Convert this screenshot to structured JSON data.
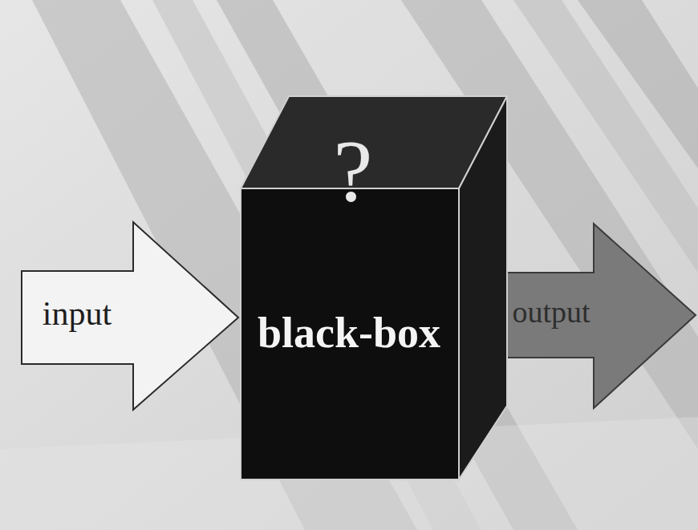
{
  "diagram": {
    "nodes": [
      {
        "text": [
          "input"
        ]
      },
      {
        "text": [
          "?",
          "black-box"
        ]
      },
      {
        "text": [
          "output"
        ]
      }
    ]
  }
}
